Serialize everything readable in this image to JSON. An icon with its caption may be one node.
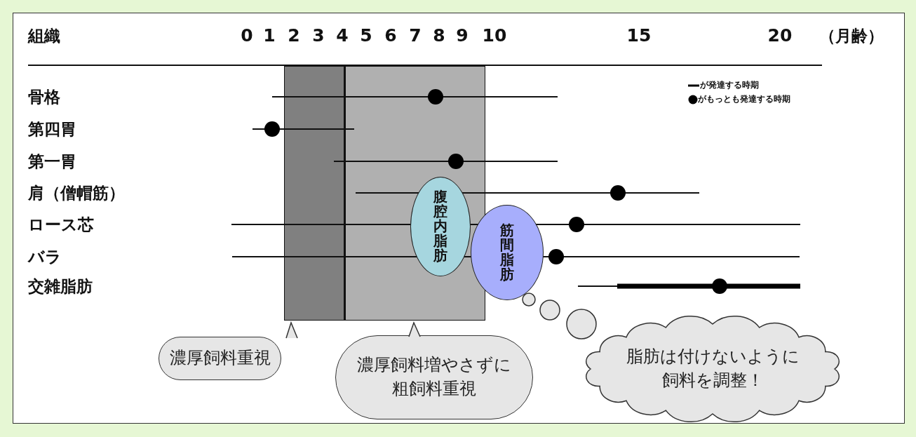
{
  "diagram": {
    "nodes": [
      {
        "text": [],
        "shape": "box"
      },
      {
        "text": [],
        "shape": "box"
      },
      {
        "text": [
          "腹腔内脂肪"
        ],
        "in": 1
      },
      {
        "text": [
          "筋間脂肪"
        ]
      },
      {
        "text": [
          "濃厚飼料重視"
        ]
      },
      {
        "text": [
          "濃厚飼料増やさずに粗飼料重視"
        ]
      },
      {
        "text": [
          "脂肪は付けないように飼料を調整！"
        ]
      }
    ],
    "edges": [
      {
        "from": 4,
        "to": 0,
        "arrow": "to"
      },
      {
        "from": 5,
        "to": 1,
        "arrow": "to"
      }
    ],
    "labels": [
      "組織",
      "0",
      "1",
      "2",
      "3",
      "4",
      "5",
      "6",
      "7",
      "8",
      "9",
      "10",
      "15",
      "20",
      "（月齢）",
      "骨格",
      "第四胃",
      "第一胃",
      "肩（僧帽筋）",
      "ロース芯",
      "バラ",
      "交雑脂肪"
    ],
    "legend": [
      {
        "text": "が発達する時期"
      },
      {
        "text": "がもっとも発達する時期"
      }
    ]
  }
}
